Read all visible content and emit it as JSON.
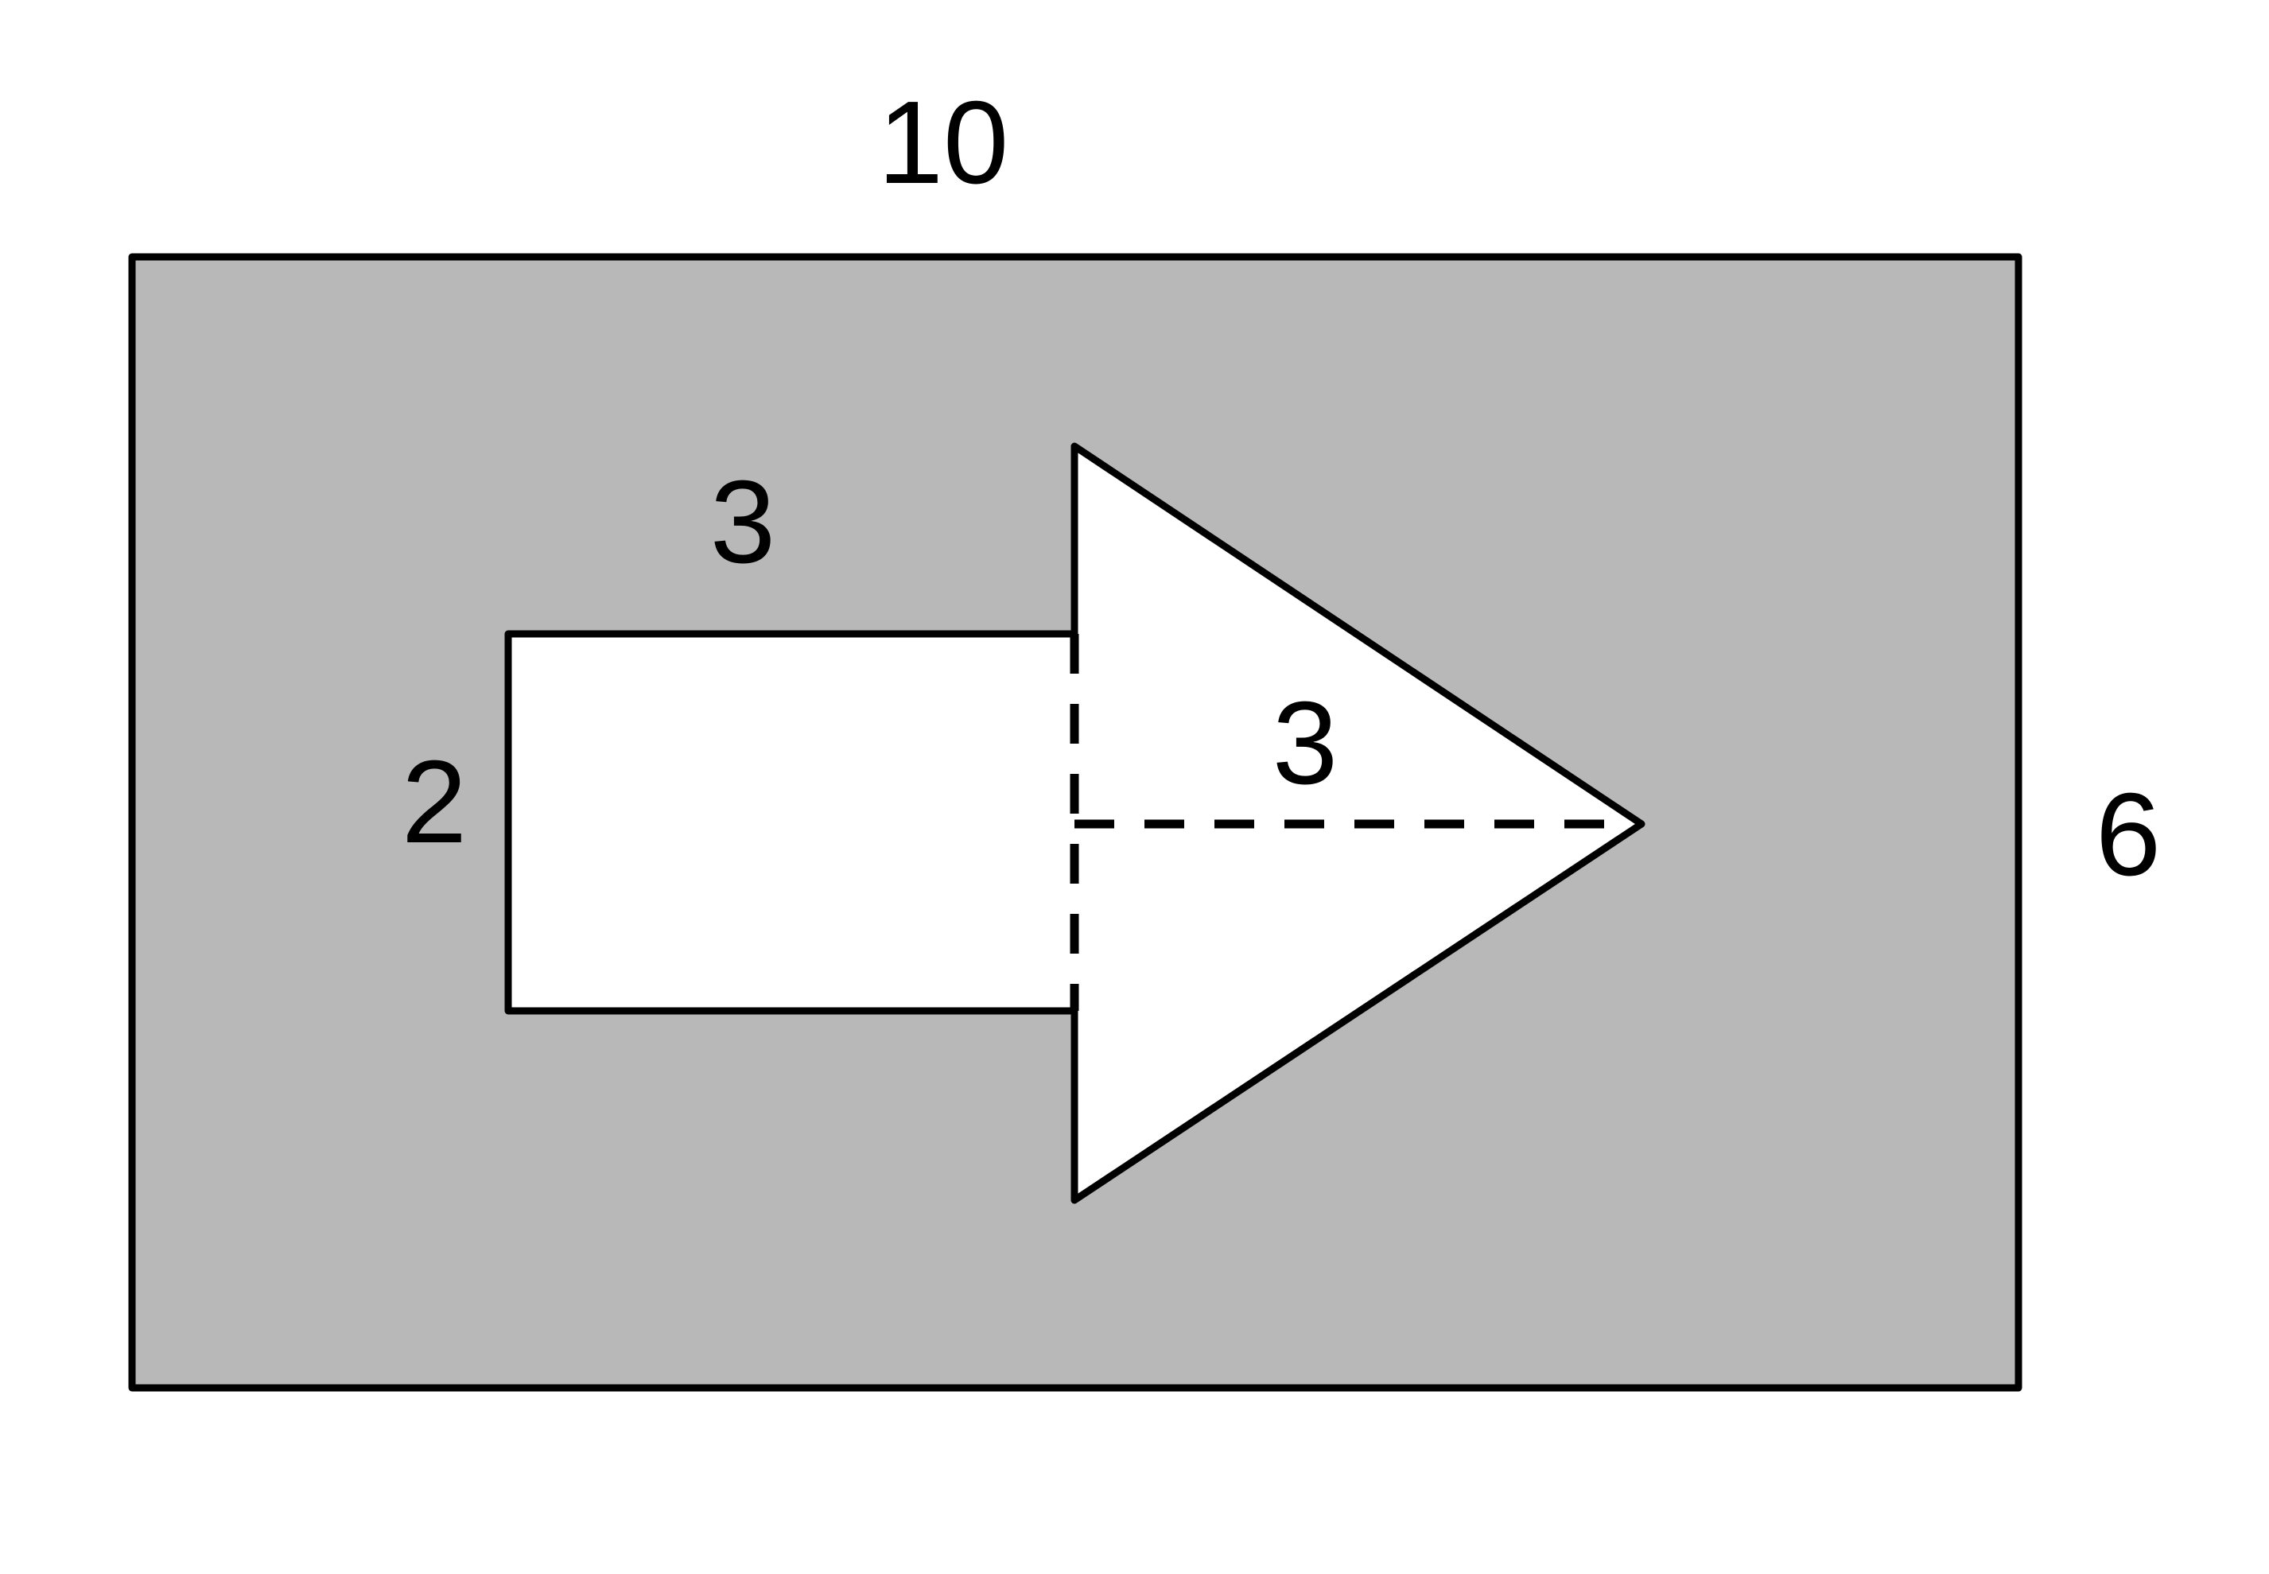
{
  "labels": {
    "outer_width": "10",
    "outer_height": "6",
    "shaft_length": "3",
    "shaft_height": "2",
    "head_length": "3"
  },
  "colors": {
    "shaded_region": "#b8b8b8",
    "arrow_fill": "#ffffff",
    "stroke": "#000000"
  }
}
